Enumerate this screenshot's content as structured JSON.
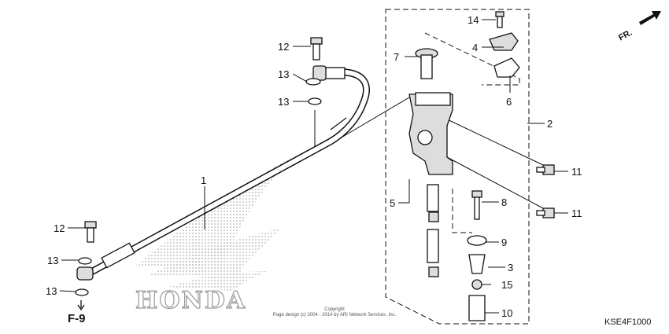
{
  "callouts": {
    "c1": "1",
    "c2": "2",
    "c3": "3",
    "c4": "4",
    "c5": "5",
    "c6": "6",
    "c7": "7",
    "c8": "8",
    "c9": "9",
    "c10": "10",
    "c11a": "11",
    "c11b": "11",
    "c12a": "12",
    "c12b": "12",
    "c13a": "13",
    "c13b": "13",
    "c13c": "13",
    "c13d": "13",
    "c14": "14",
    "c15": "15"
  },
  "ref_label": "F-9",
  "direction_label": "FR.",
  "watermark": "HONDA",
  "copyright_line1": "Copyright",
  "copyright_line2": "Page design (c) 2004 - 2014 by ARI Network Services, Inc.",
  "diagram_code": "KSE4F1000"
}
